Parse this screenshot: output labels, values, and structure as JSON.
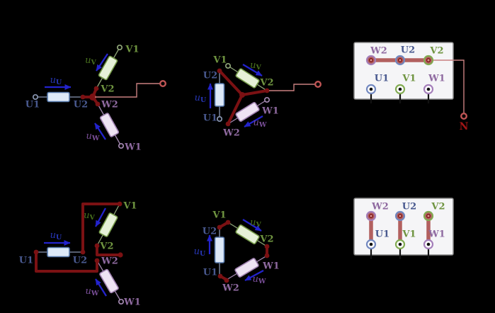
{
  "figure": "three-phase winding connections: star (top row) and delta (bottom row), each with circuit diagram, phasor-style diagram and motor terminal board",
  "colors": {
    "background": "#000000",
    "phase_u_label": "#49598f",
    "phase_v_label": "#6f9440",
    "phase_w_label": "#8f6aa0",
    "voltage_u_label": "#2736b4",
    "voltage_v_label": "#48701e",
    "voltage_w_label": "#7a4f99",
    "neutral_label": "#a31515",
    "arrow_blue": "#2323cd",
    "node_dark_red": "#7b1113",
    "output_wire": "#c98080",
    "output_terminal": "#c05555",
    "link_bar": "#b2605f",
    "wire_u": "#8a97b2",
    "wire_v": "#8fa578",
    "wire_w": "#a388b0",
    "winding_u_fill": "#dde9f8",
    "winding_u_stroke": "#5577aa",
    "winding_v_fill": "#e6f1d8",
    "winding_v_stroke": "#769b4a",
    "winding_w_fill": "#eee3f3",
    "winding_w_stroke": "#a182b2",
    "ring_u": "#7288c0",
    "ring_v": "#82ab52",
    "ring_w": "#a47fba",
    "board_fill": "#f5f5f7",
    "board_border": "#8a8a8a",
    "terminal_pin": "#d4918b",
    "lead_black": "#111111"
  },
  "diagrams": {
    "star_unrolled": {
      "labels": {
        "u1": "U1",
        "u2": "U2",
        "v1": "V1",
        "v2": "V2",
        "w1": "W1",
        "w2": "W2"
      },
      "voltages": {
        "uu": {
          "base": "u",
          "sub": "U"
        },
        "uv": {
          "base": "u",
          "sub": "V"
        },
        "uw": {
          "base": "u",
          "sub": "W"
        }
      }
    },
    "star_y": {
      "labels": {
        "u1": "U1",
        "u2": "U2",
        "v1": "V1",
        "v2": "V2",
        "w1": "W1",
        "w2": "W2"
      },
      "voltages": {
        "uu": {
          "base": "u",
          "sub": "U"
        },
        "uv": {
          "base": "u",
          "sub": "V"
        },
        "uw": {
          "base": "u",
          "sub": "W"
        }
      }
    },
    "delta_unrolled": {
      "labels": {
        "u1": "U1",
        "u2": "U2",
        "v1": "V1",
        "v2": "V2",
        "w1": "W1",
        "w2": "W2"
      },
      "voltages": {
        "uu": {
          "base": "u",
          "sub": "U"
        },
        "uv": {
          "base": "u",
          "sub": "V"
        },
        "uw": {
          "base": "u",
          "sub": "W"
        }
      }
    },
    "delta_triangle": {
      "labels": {
        "u1": "U1",
        "u2": "U2",
        "v1": "V1",
        "v2": "V2",
        "w1": "W1",
        "w2": "W2"
      },
      "voltages": {
        "uu": {
          "base": "u",
          "sub": "U"
        },
        "uv": {
          "base": "u",
          "sub": "V"
        },
        "uw": {
          "base": "u",
          "sub": "W"
        }
      }
    }
  },
  "terminal_boxes": {
    "star": {
      "top_row": [
        "W2",
        "U2",
        "V2"
      ],
      "bottom_row": [
        "U1",
        "V1",
        "W1"
      ],
      "links": [
        "W2-U2-V2 busbar"
      ],
      "neutral": "N"
    },
    "delta": {
      "top_row": [
        "W2",
        "U2",
        "V2"
      ],
      "bottom_row": [
        "U1",
        "V1",
        "W1"
      ],
      "links": [
        "W2-U1",
        "U2-V1",
        "V2-W1"
      ]
    }
  }
}
